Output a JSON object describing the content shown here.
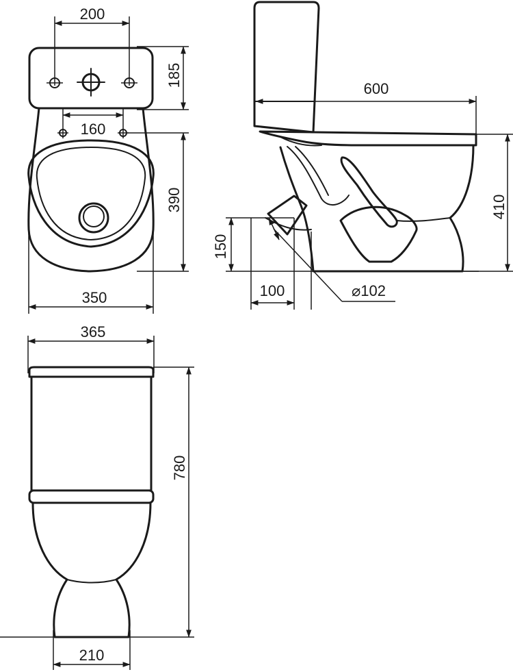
{
  "colors": {
    "stroke": "#1a1a1a",
    "background": "#ffffff"
  },
  "dimensions": {
    "top_hole_spacing": "200",
    "tank_depth": "185",
    "seat_hole_spacing": "160",
    "bowl_length": "390",
    "bowl_width": "350",
    "total_length": "600",
    "height": "410",
    "outlet_height": "150",
    "outlet_offset": "100",
    "outlet_diameter": "102",
    "tank_width": "365",
    "total_height": "780",
    "base_width": "210"
  },
  "symbols": {
    "diameter": "⌀"
  }
}
